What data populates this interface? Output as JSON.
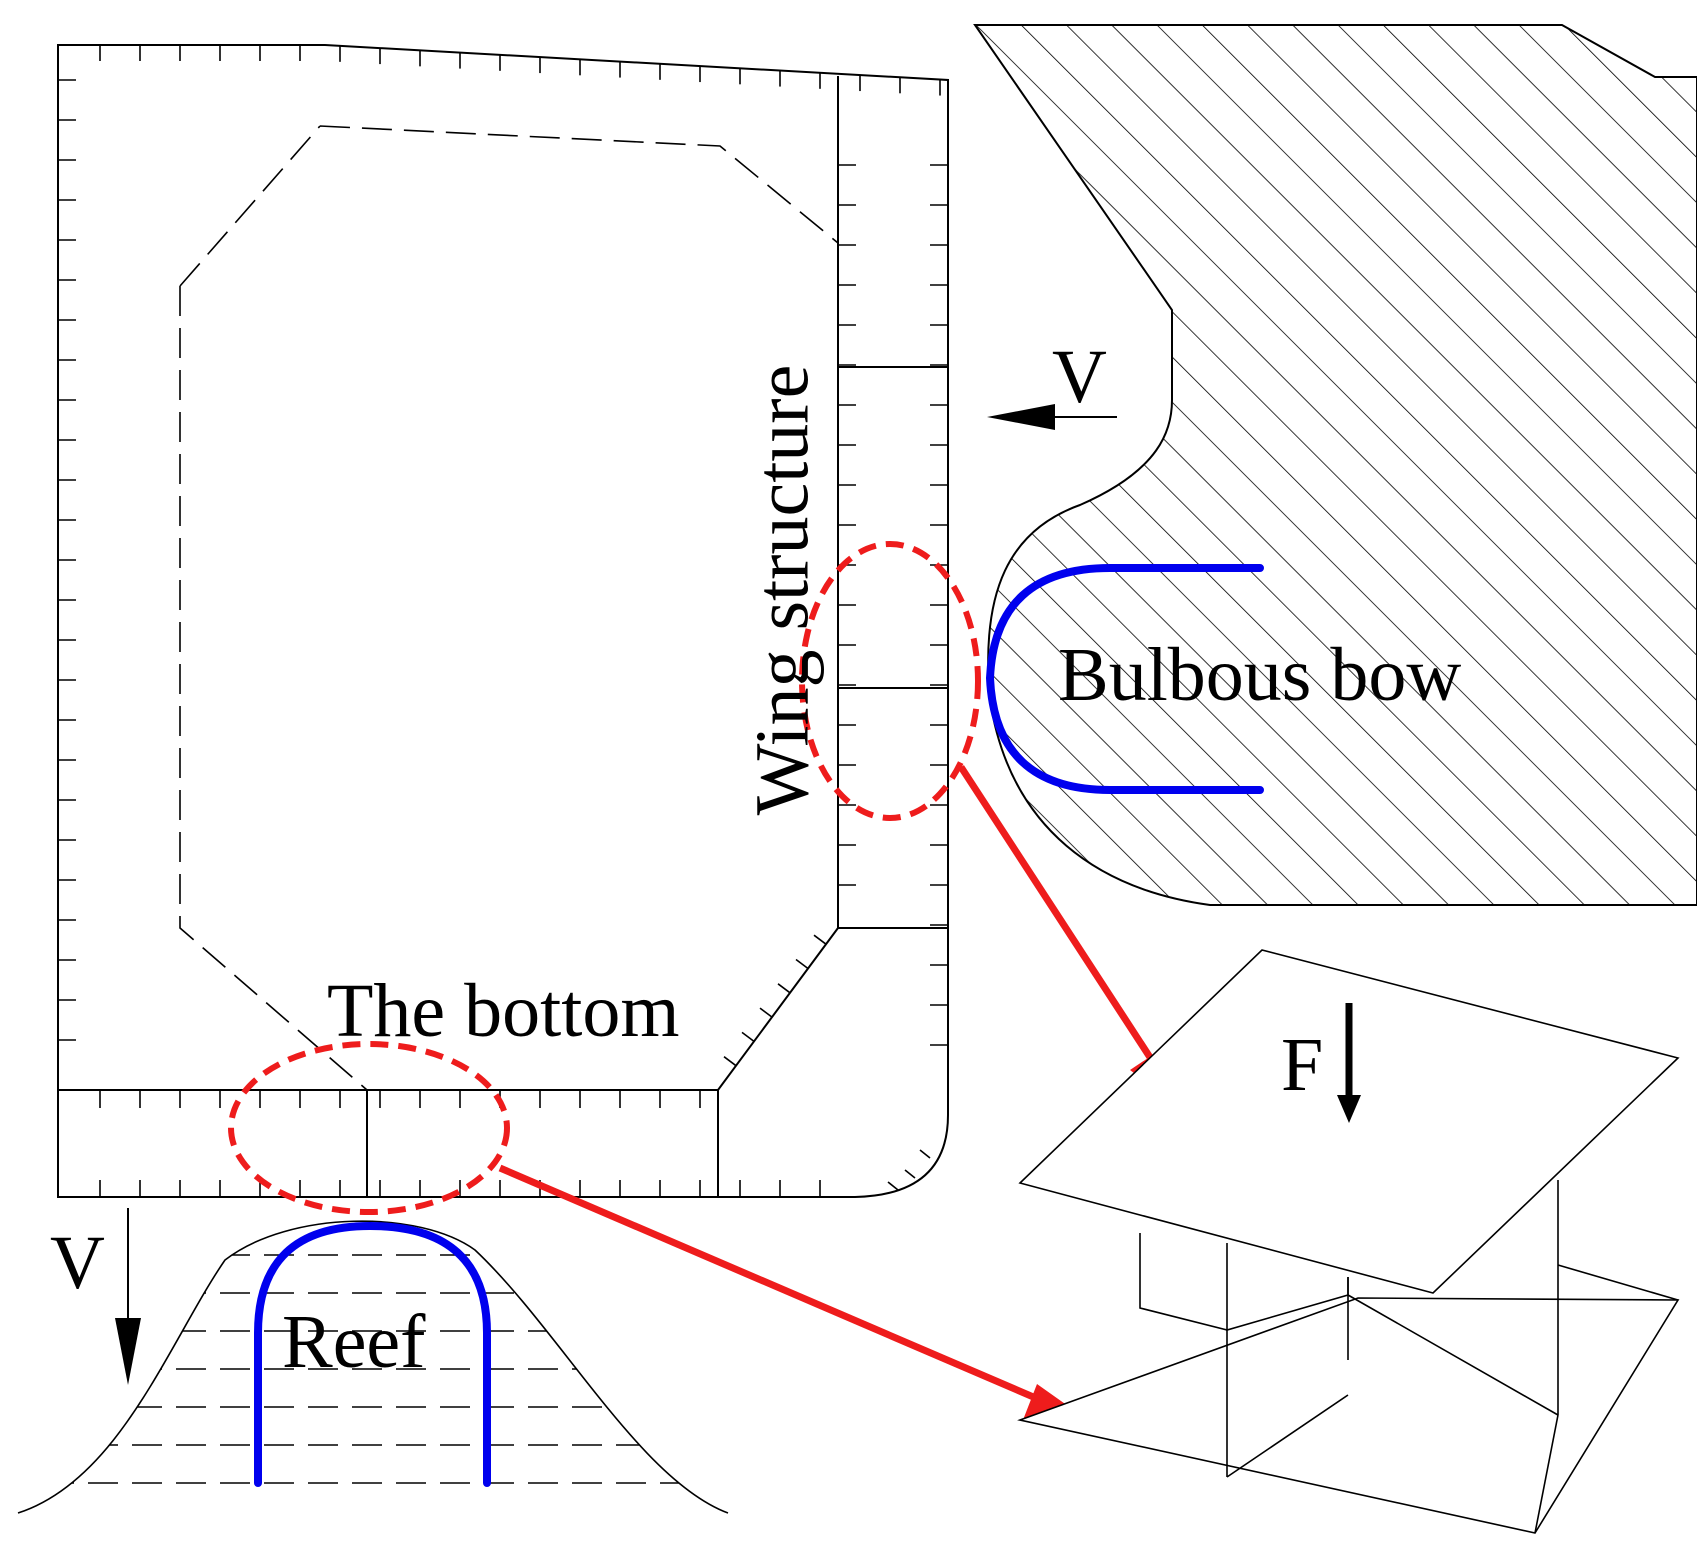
{
  "labels": {
    "wing_structure": "Wing structure",
    "bulbous_bow": "Bulbous bow",
    "the_bottom": "The bottom",
    "reef": "Reef",
    "velocity_side": "V",
    "velocity_bottom": "V",
    "force": "F"
  },
  "colors": {
    "structure_line": "#000000",
    "highlight_ellipse": "#ee1c1c",
    "indenter_profile": "#0000ee",
    "pointer_arrow": "#ee1c1c"
  }
}
